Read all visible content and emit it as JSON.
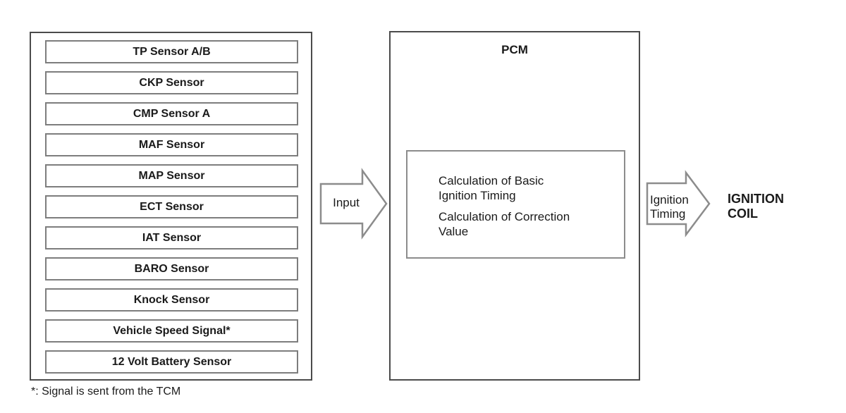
{
  "left_panel": {
    "sensors": [
      "TP Sensor A/B",
      "CKP Sensor",
      "CMP Sensor A",
      "MAF Sensor",
      "MAP Sensor",
      "ECT Sensor",
      "IAT Sensor",
      "BARO Sensor",
      "Knock Sensor",
      "Vehicle Speed Signal*",
      "12 Volt Battery Sensor"
    ],
    "footnote": "*: Signal is sent from the TCM"
  },
  "input_arrow": {
    "label": "Input"
  },
  "pcm": {
    "title": "PCM",
    "calculations": [
      {
        "line1": "Calculation of Basic",
        "line2": "Ignition Timing"
      },
      {
        "line1": "Calculation of Correction",
        "line2": "Value"
      }
    ]
  },
  "output_arrow": {
    "line1": "Ignition",
    "line2": "Timing"
  },
  "output_target": {
    "line1": "IGNITION",
    "line2": "COIL"
  },
  "colors": {
    "outer_border": "#4b4b4b",
    "sensor_border": "#7d7d7d",
    "arrow_border": "#8c8c8c",
    "text": "#1a1a1a",
    "background": "#ffffff"
  }
}
